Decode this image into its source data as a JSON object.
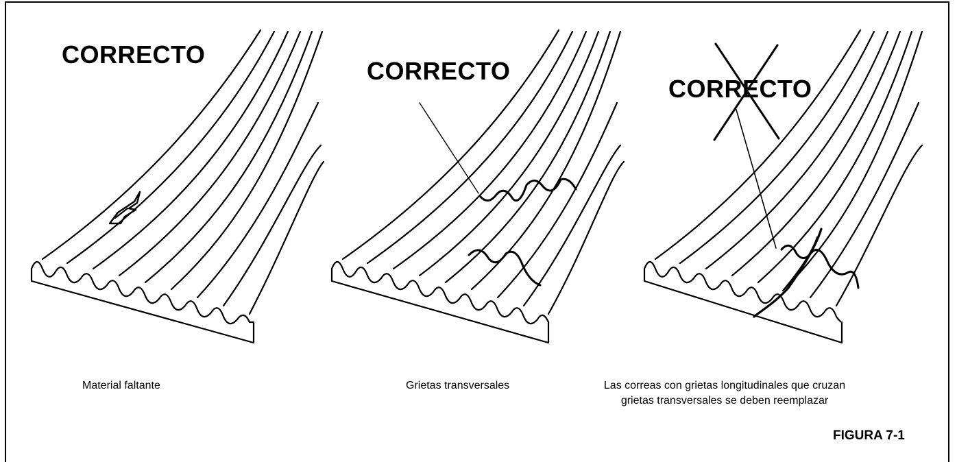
{
  "panels": [
    {
      "title": "CORRECTO",
      "caption": "Material faltante",
      "crossed_out": false
    },
    {
      "title": "CORRECTO",
      "caption": "Grietas transversales",
      "crossed_out": false
    },
    {
      "title": "CORRECTO",
      "caption_lines": [
        "Las correas con grietas longitudinales que cruzan",
        "grietas transversales se deben reemplazar"
      ],
      "crossed_out": true
    }
  ],
  "figure_label": "FIGURA 7-1",
  "colors": {
    "ink": "#000000",
    "background": "#ffffff"
  }
}
